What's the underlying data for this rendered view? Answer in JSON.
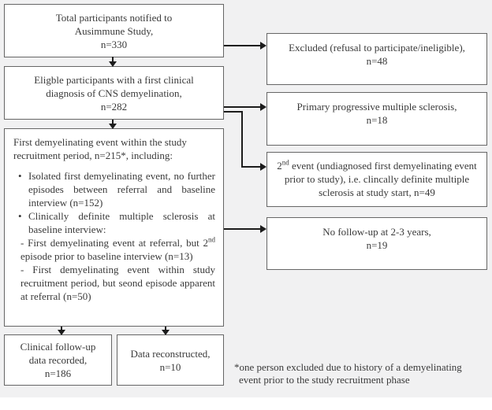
{
  "canvas": {
    "background_color": "#f1f1f2",
    "box_fill_color": "#ffffff",
    "box_border_color": "#666666",
    "text_color": "#3a3a3a",
    "arrow_color": "#1c1c1c"
  },
  "boxes": {
    "total": {
      "lines": [
        "Total participants notified to",
        "Ausimmune Study,",
        "n=330"
      ]
    },
    "eligible": {
      "lines": [
        "Eligble participants with a first clinical",
        "diagnosis of CNS demyelination,",
        "n=282"
      ]
    },
    "first_event": {
      "intro_lines": [
        "First demyelinating event within the study",
        "recruitment period, n=215*, including:"
      ],
      "bullet1": "Isolated first demyelinating event, no further episodes between referral and baseline interview (n=152)",
      "bullet2": "Clinically definite multiple sclerosis at baseline interview:",
      "dash1_pre": "- First demyelinating event at referral, but 2",
      "dash1_sup": "nd",
      "dash1_post": " episode prior to baseline interview (n=13)",
      "dash2": "- First demyelinating event within study recruitment period, but seond episode apparent at referral (n=50)"
    },
    "clinical_followup": {
      "lines": [
        "Clinical follow-up",
        "data recorded,",
        "n=186"
      ]
    },
    "data_reconstructed": {
      "lines": [
        "Data reconstructed,",
        "n=10"
      ]
    },
    "excluded": {
      "lines": [
        "Excluded (refusal to participate/ineligible),",
        "n=48"
      ]
    },
    "ppms": {
      "lines": [
        "Primary progressive multiple sclerosis,",
        "n=18"
      ]
    },
    "second_event": {
      "pre": "2",
      "sup": "nd",
      "post": " event (undiagnosed first demyelinating event prior to study), i.e. clincally definite multiple sclerosis at study start, n=49"
    },
    "no_followup": {
      "lines": [
        "No follow-up at 2-3 years,",
        "n=19"
      ]
    }
  },
  "footnote": {
    "line1": "*one person excluded due to history of a demyelinating",
    "line2": "event prior to the study recruitment phase"
  }
}
